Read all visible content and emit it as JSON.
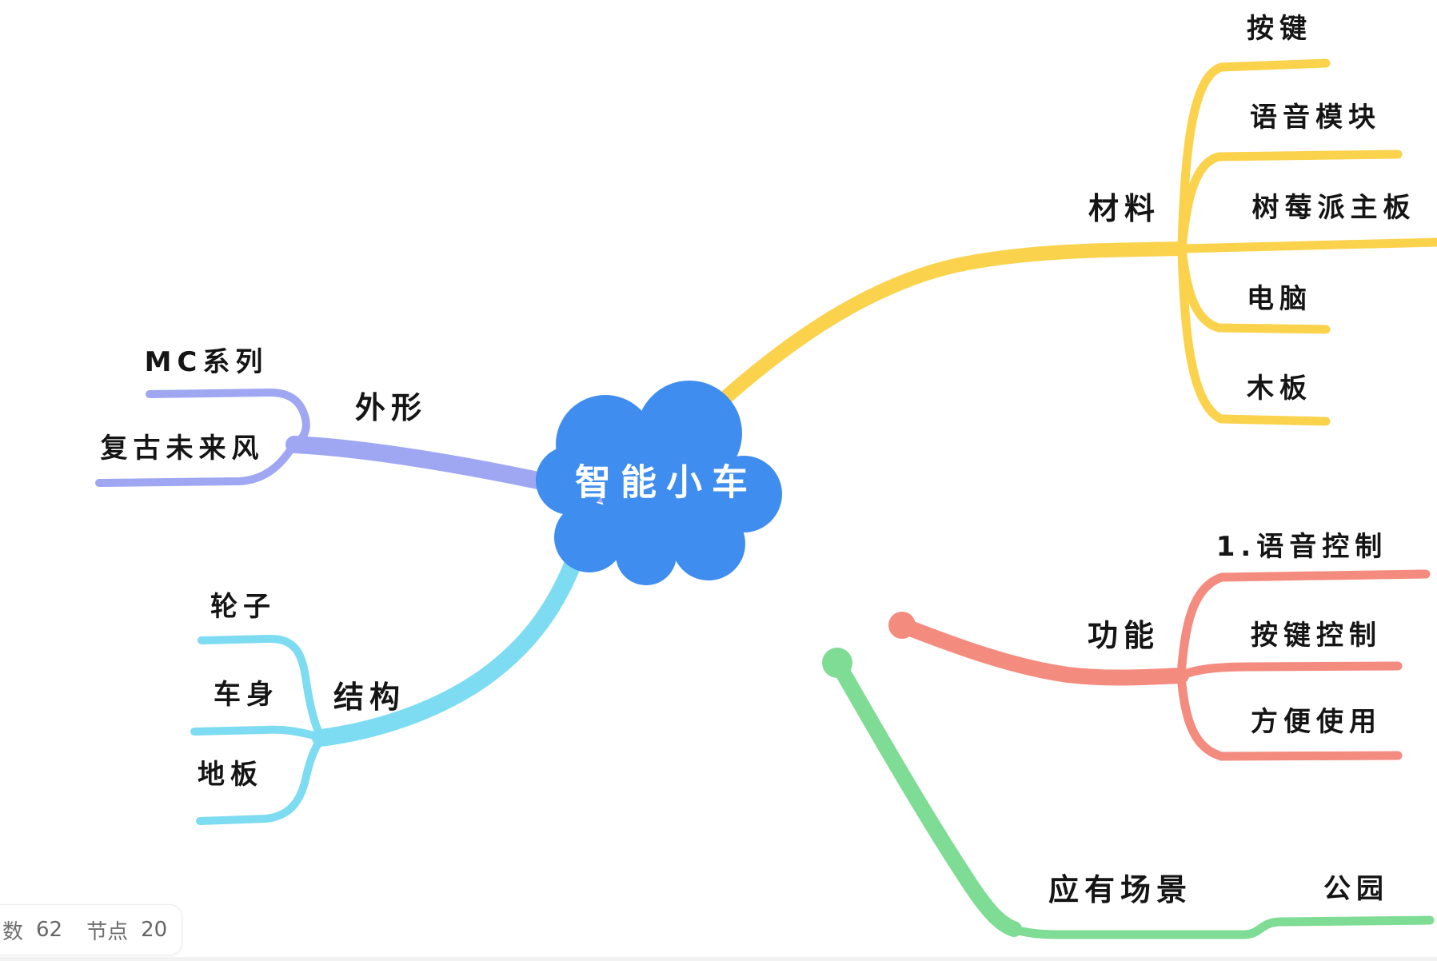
{
  "mindmap": {
    "root": {
      "label": "智能小车",
      "color": "#3E8DEF",
      "text_color": "#ffffff"
    },
    "branches": [
      {
        "label": "材料",
        "color": "#FBD24B",
        "children": [
          "按键",
          "语音模块",
          "树莓派主板",
          "电脑",
          "木板"
        ]
      },
      {
        "label": "外形",
        "color": "#9FA7F3",
        "children": [
          "MC系列",
          "复古未来风"
        ]
      },
      {
        "label": "结构",
        "color": "#7EDCF2",
        "children": [
          "轮子",
          "车身",
          "地板"
        ]
      },
      {
        "label": "功能",
        "color": "#F48B7F",
        "children": [
          "1.语音控制",
          "按键控制",
          "方便使用"
        ]
      },
      {
        "label": "应有场景",
        "color": "#7EDC95",
        "children": [
          "公园"
        ]
      }
    ]
  },
  "status_bar": {
    "char_count_label": "数",
    "char_count": "62",
    "node_count_label": "节点",
    "node_count": "20"
  }
}
